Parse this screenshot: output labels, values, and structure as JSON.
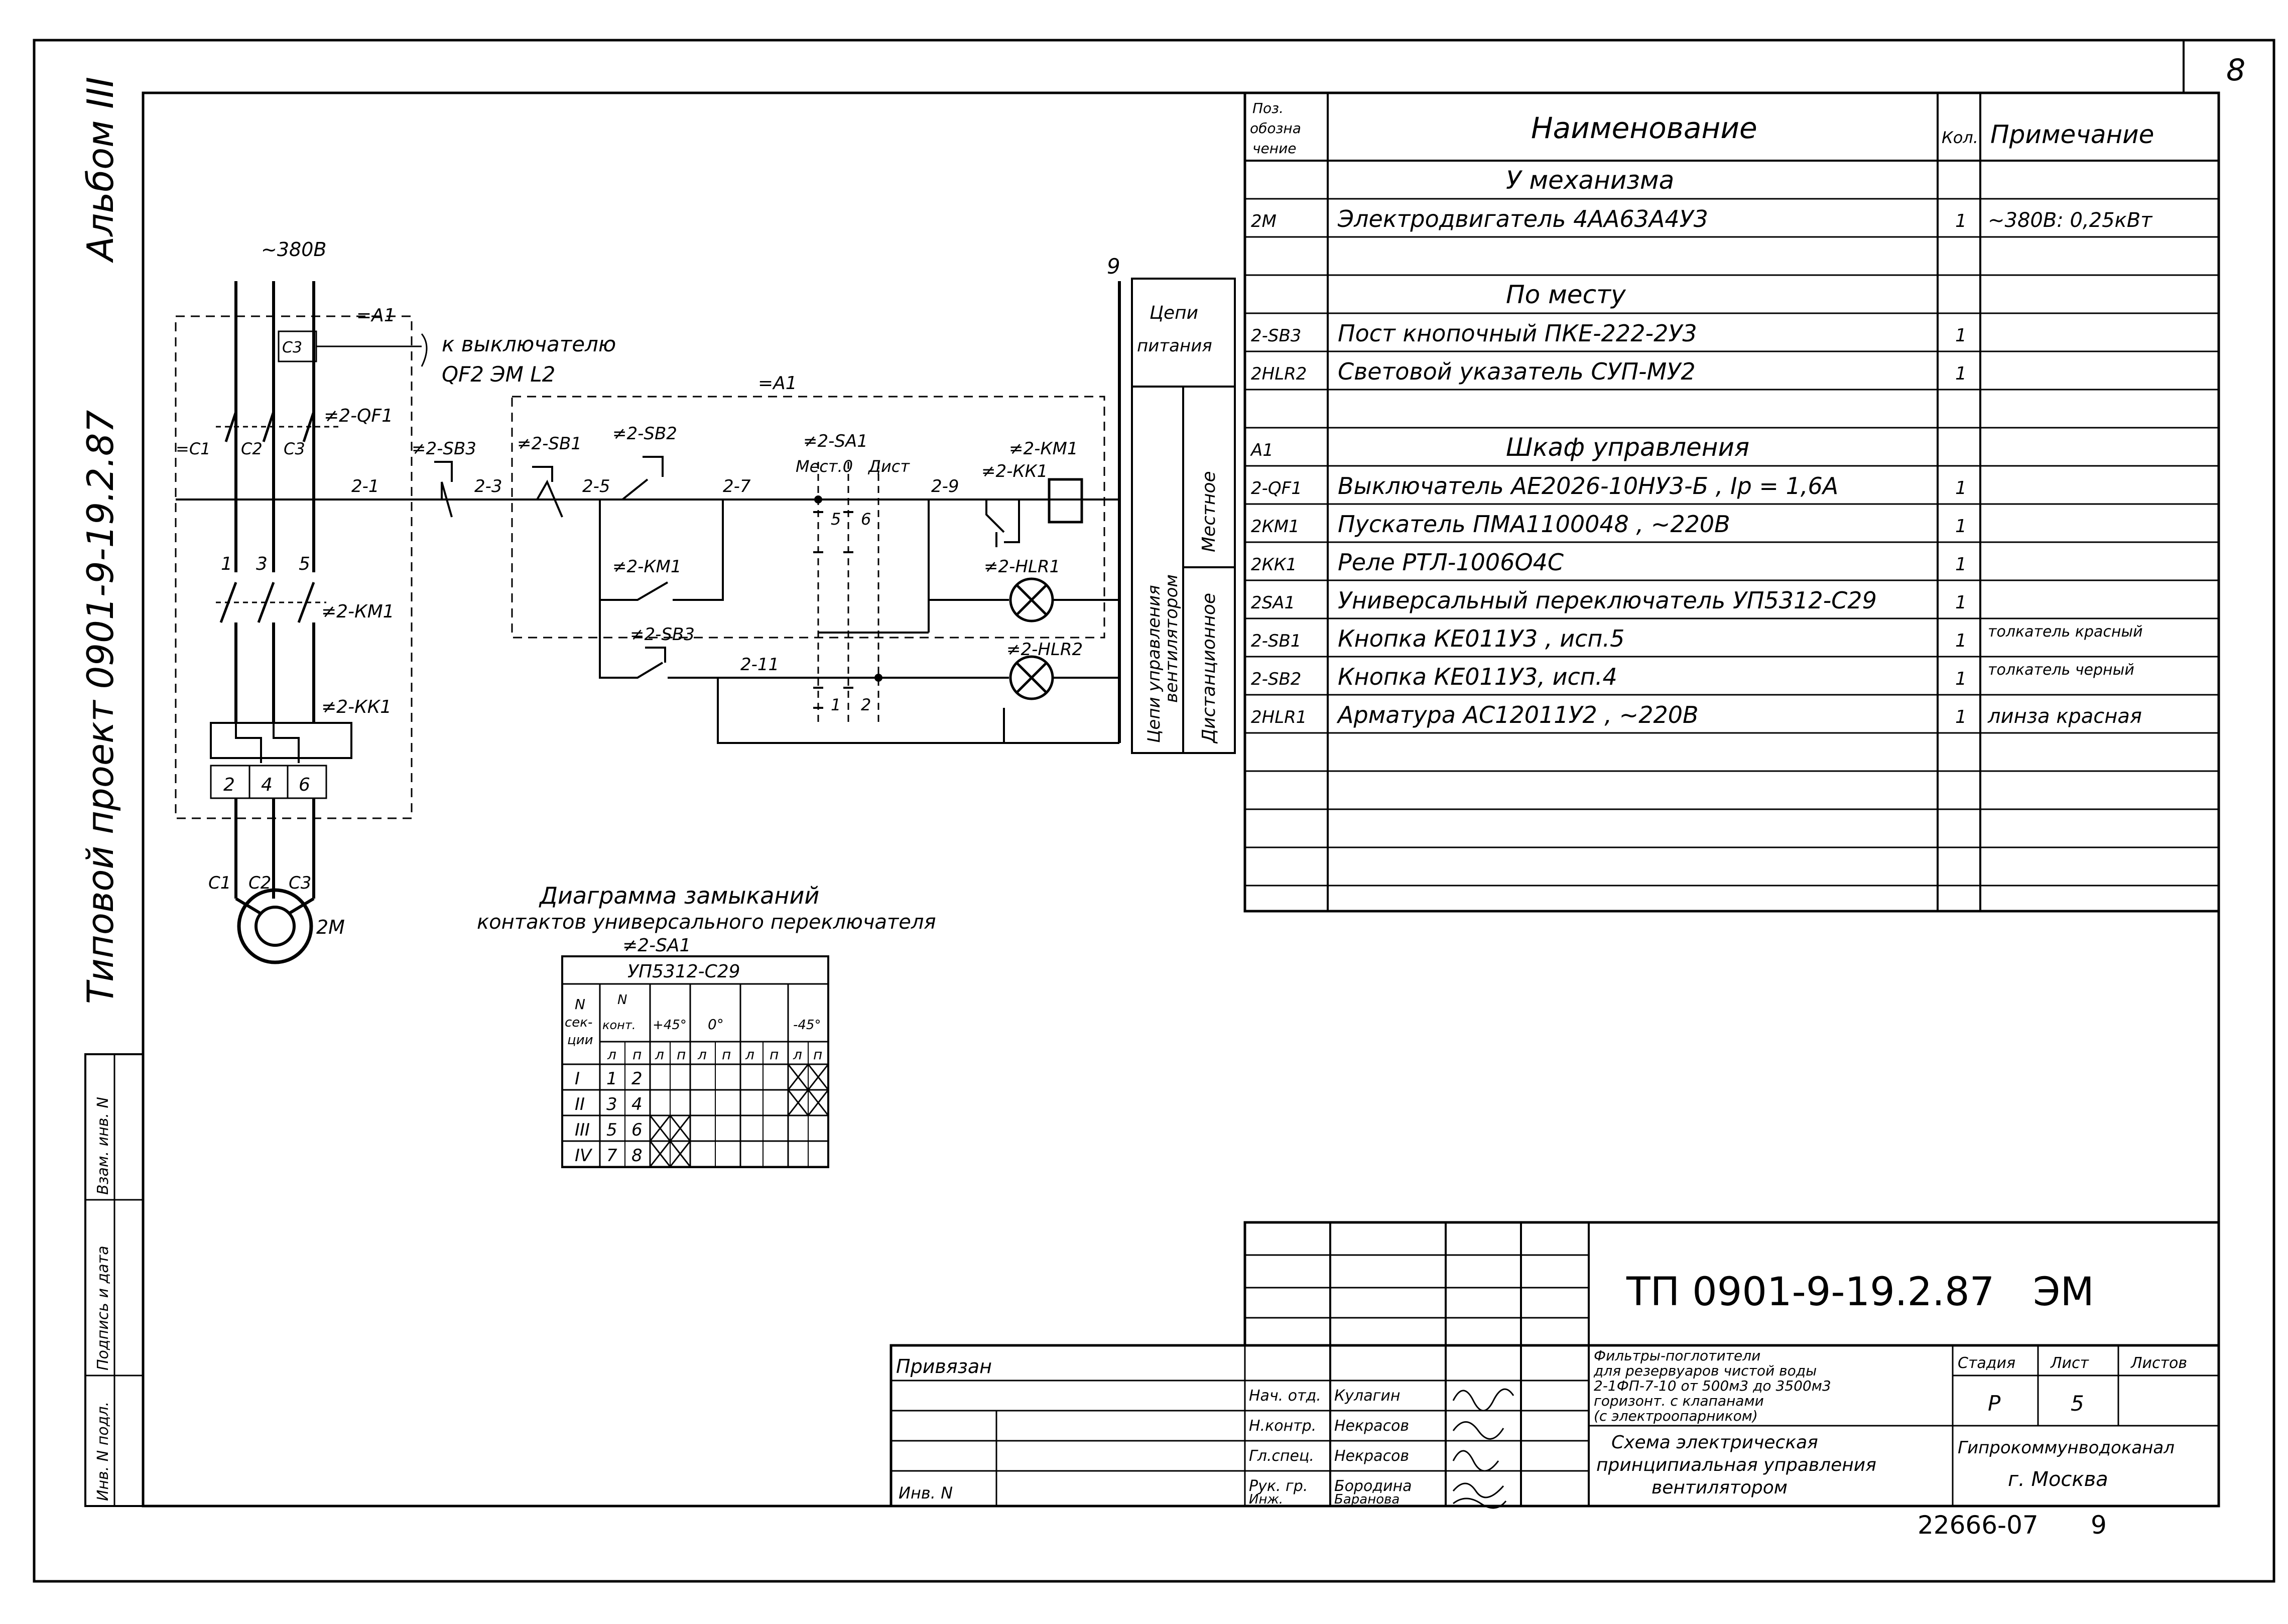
{
  "page": {
    "sheet_number": "8",
    "album": "Альбом III",
    "series": "Типовой проект 0901-9-19.2.87",
    "archive_number": "22666-07",
    "archive_suffix": "9"
  },
  "side_stamp": {
    "inv_orig": "Инв. N подл.",
    "sign_date": "Подпись и дата",
    "inv_replace": "Взам. инв. N"
  },
  "schematic": {
    "supply": "~380В",
    "tag_a1_top": "=А1",
    "tag_a1_mid": "=А1",
    "note_line1": "к выключателю",
    "note_line2": "QF2  ЭМ  L2",
    "qf1": "≠2-QF1",
    "c1": "=С1",
    "c2": "С2",
    "c3": "С3",
    "c3b": "С3",
    "n1": "1",
    "n3": "3",
    "n5": "5",
    "n2": "2",
    "n4": "4",
    "n6": "6",
    "km1_main": "≠2-КМ1",
    "kk1_main": "≠2-КК1",
    "m_c1": "С1",
    "m_c2": "С2",
    "m_c3": "С3",
    "motor": "2М",
    "w21": "2-1",
    "w23": "2-3",
    "w25": "2-5",
    "w27": "2-7",
    "w29": "2-9",
    "w211": "2-11",
    "sb3": "≠2-SB3",
    "sb1": "≠2-SB1",
    "sb2": "≠2-SB2",
    "sb3b": "≠2-SB3",
    "sa1": "≠2-SA1",
    "sa_local": "Мест.0",
    "sa_remote": "Дист",
    "sa_5": "5",
    "sa_6": "6",
    "sa_1": "1",
    "sa_2": "2",
    "kk1_aux": "≠2-КК1",
    "km1_coil": "≠2-КМ1",
    "km1_aux": "≠2-КМ1",
    "hl1": "≠2-HLR1",
    "hl2": "≠2-HLR2",
    "rail": "9"
  },
  "circuits": {
    "supply_l1": "Цепи",
    "supply_l2": "питания",
    "control_l1": "Цепи управления",
    "control_l2": "вентилятором",
    "local": "Местное",
    "remote": "Дистанционное"
  },
  "spec": {
    "headers": {
      "pos": [
        "Поз.",
        "обозна",
        "чение"
      ],
      "name": "Наименование",
      "qty": "Кол.",
      "note": "Примечание"
    },
    "rows": [
      {
        "kind": "section",
        "name": "У механизма"
      },
      {
        "kind": "item",
        "pos": "2М",
        "name": "Электродвигатель 4АА63А4У3",
        "qty": "1",
        "note": "~380В: 0,25кВт"
      },
      {
        "kind": "blank"
      },
      {
        "kind": "section",
        "name": "По месту"
      },
      {
        "kind": "item",
        "pos": "2-SB3",
        "name": "Пост кнопочный ПКЕ-222-2У3",
        "qty": "1",
        "note": ""
      },
      {
        "kind": "item",
        "pos": "2HLR2",
        "name": "Световой указатель СУП-МУ2",
        "qty": "1",
        "note": ""
      },
      {
        "kind": "blank"
      },
      {
        "kind": "section",
        "pos": "А1",
        "name": "Шкаф управления"
      },
      {
        "kind": "item",
        "pos": "2-QF1",
        "name": "Выключатель АЕ2026-10НУ3-Б , Ip = 1,6А",
        "qty": "1",
        "note": ""
      },
      {
        "kind": "item",
        "pos": "2КМ1",
        "name": "Пускатель ПМА1100048 , ~220В",
        "qty": "1",
        "note": ""
      },
      {
        "kind": "item",
        "pos": "2КК1",
        "name": "Реле РТЛ-1006О4С",
        "qty": "1",
        "note": ""
      },
      {
        "kind": "item",
        "pos": "2SA1",
        "name": "Универсальный переключатель УП5312-С29",
        "qty": "1",
        "note": ""
      },
      {
        "kind": "item",
        "pos": "2-SB1",
        "name": "Кнопка КЕ011У3 , исп.5",
        "qty": "1",
        "note": "толкатель красный"
      },
      {
        "kind": "item",
        "pos": "2-SB2",
        "name": "Кнопка КЕ011У3, исп.4",
        "qty": "1",
        "note": "толкатель черный"
      },
      {
        "kind": "item",
        "pos": "2HLR1",
        "name": "Арматура АС12011У2 , ~220В",
        "qty": "1",
        "note": "линза красная"
      },
      {
        "kind": "blank"
      },
      {
        "kind": "blank"
      },
      {
        "kind": "blank"
      },
      {
        "kind": "blank"
      }
    ]
  },
  "switch_diagram": {
    "title_l1": "Диаграмма замыканий",
    "title_l2": "контактов универсального переключателя",
    "title_l3": "≠2-SA1",
    "model": "УП5312-С29",
    "h_n": "N",
    "h_sec": "сек-",
    "h_sec2": "ции",
    "h_contact_n": "N",
    "h_contact": "конт.",
    "h_p45": "+45°",
    "h_0": "0°",
    "h_m45": "-45°",
    "h_l": "л",
    "h_p": "п",
    "rows": [
      {
        "sec": "I",
        "l": "1",
        "p": "2",
        "x": [
          false,
          false,
          false,
          false,
          true,
          true
        ]
      },
      {
        "sec": "II",
        "l": "3",
        "p": "4",
        "x": [
          false,
          false,
          false,
          false,
          true,
          true
        ]
      },
      {
        "sec": "III",
        "l": "5",
        "p": "6",
        "x": [
          true,
          true,
          false,
          false,
          false,
          false
        ]
      },
      {
        "sec": "IV",
        "l": "7",
        "p": "8",
        "x": [
          true,
          true,
          false,
          false,
          false,
          false
        ]
      }
    ]
  },
  "title_block": {
    "doc_code": "ТП 0901-9-19.2.87",
    "mark": "ЭМ",
    "privyazan": "Привязан",
    "inv_no": "Инв. N",
    "roles": [
      "Нач. отд.",
      "Н.контр.",
      "Гл.спец.",
      "Рук. гр.",
      "Инж."
    ],
    "names": [
      "Кулагин",
      "Некрасов",
      "Некрасов",
      "Бородина",
      "Баранова"
    ],
    "object_l1": "Фильтры-поглотители",
    "object_l2": "для резервуаров чистой воды",
    "object_l3": "2-1ФП-7-10 от 500м3 до 3500м3",
    "object_l4": "горизонт. с клапанами",
    "object_l5": "(с электроопарником)",
    "sheet_l1": "Схема электрическая",
    "sheet_l2": "принципиальная управления",
    "sheet_l3": "вентилятором",
    "stage_label": "Стадия",
    "sheet_label": "Лист",
    "sheets_label": "Листов",
    "stage": "Р",
    "sheet": "5",
    "org": "Гипрокоммунводоканал",
    "city": "г. Москва"
  }
}
